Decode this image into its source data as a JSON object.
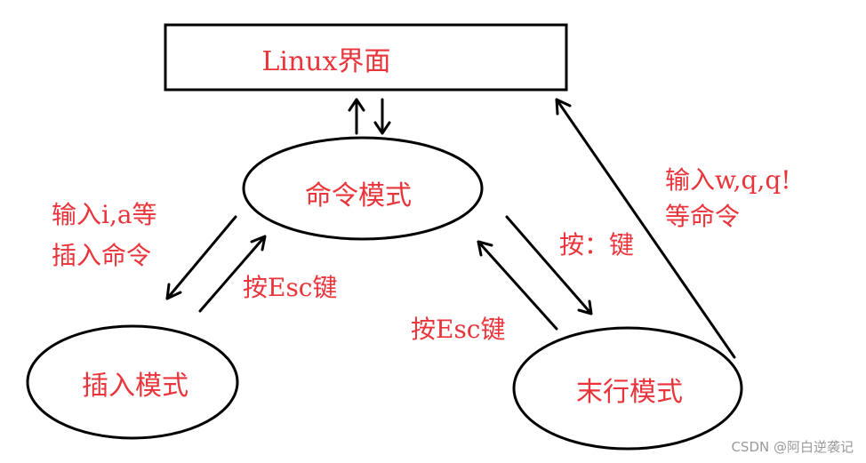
{
  "nodes": {
    "linux": "Linux界面",
    "command": "命令模式",
    "insert": "插入模式",
    "lastline": "末行模式"
  },
  "edges": {
    "command_to_insert": {
      "line1": "输入i,a等",
      "line2": "插入命令"
    },
    "insert_to_command": "按Esc键",
    "command_to_lastline": "按：键",
    "lastline_to_command": "按Esc键",
    "lastline_to_linux": {
      "line1": "输入w,q,q!",
      "line2": "等命令"
    }
  },
  "watermark": "CSDN @阿白逆袭记",
  "colors": {
    "label": "#e8343a",
    "stroke": "#000000",
    "watermark": "#9a9a9a"
  }
}
